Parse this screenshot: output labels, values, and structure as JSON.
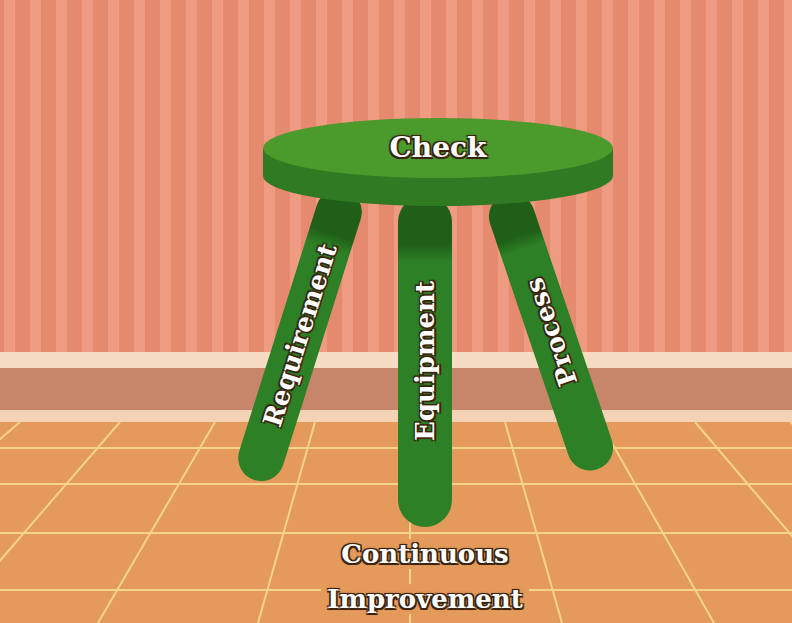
{
  "diagram": {
    "nodes": [
      {
        "text": [
          "Check"
        ]
      },
      {
        "text": [
          "Requirement"
        ]
      },
      {
        "text": [
          "Equipment"
        ]
      },
      {
        "text": [
          "Process"
        ]
      }
    ],
    "labels": [
      "Continuous Improvement"
    ]
  }
}
